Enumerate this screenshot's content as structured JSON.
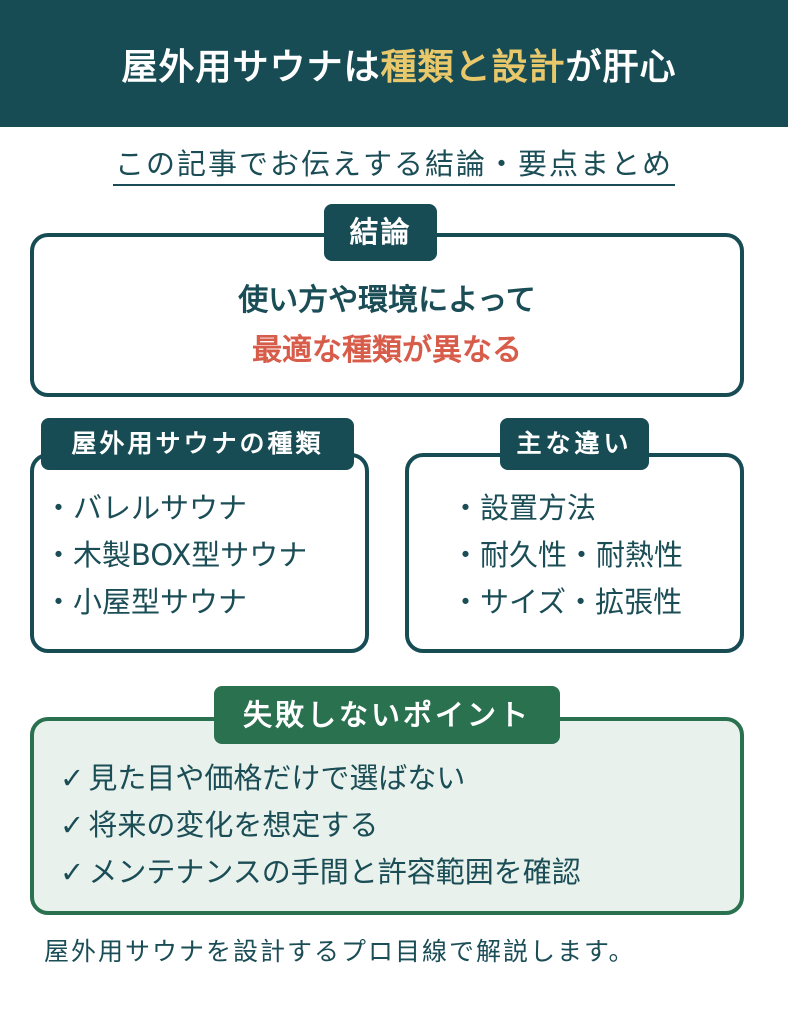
{
  "header": {
    "title_prefix": "屋外用サウナは",
    "title_highlight1": "種類",
    "title_mid": "と",
    "title_highlight2": "設計",
    "title_suffix": "が肝心",
    "colors": {
      "background": "#184c55",
      "text": "#ffffff",
      "highlight": "#e8c86a"
    }
  },
  "subtitle": "この記事でお伝えする結論・要点まとめ",
  "conclusion": {
    "badge": "結論",
    "line1": "使い方や環境によって",
    "line2": "最適な種類が異なる",
    "accent_color": "#d85c4a"
  },
  "types": {
    "badge": "屋外用サウナの種類",
    "items": [
      "・バレルサウナ",
      "・木製BOX型サウナ",
      "・小屋型サウナ"
    ]
  },
  "differences": {
    "badge": "主な違い",
    "items": [
      "・設置方法",
      "・耐久性・耐熱性",
      "・サイズ・拡張性"
    ]
  },
  "points": {
    "badge": "失敗しないポイント",
    "check_icon": "✓",
    "items": [
      "見た目や価格だけで選ばない",
      "将来の変化を想定する",
      "メンテナンスの手間と許容範囲を確認"
    ],
    "colors": {
      "border": "#2a7150",
      "background": "#e8f1eb"
    }
  },
  "footer": "屋外用サウナを設計するプロ目線で解説します。"
}
